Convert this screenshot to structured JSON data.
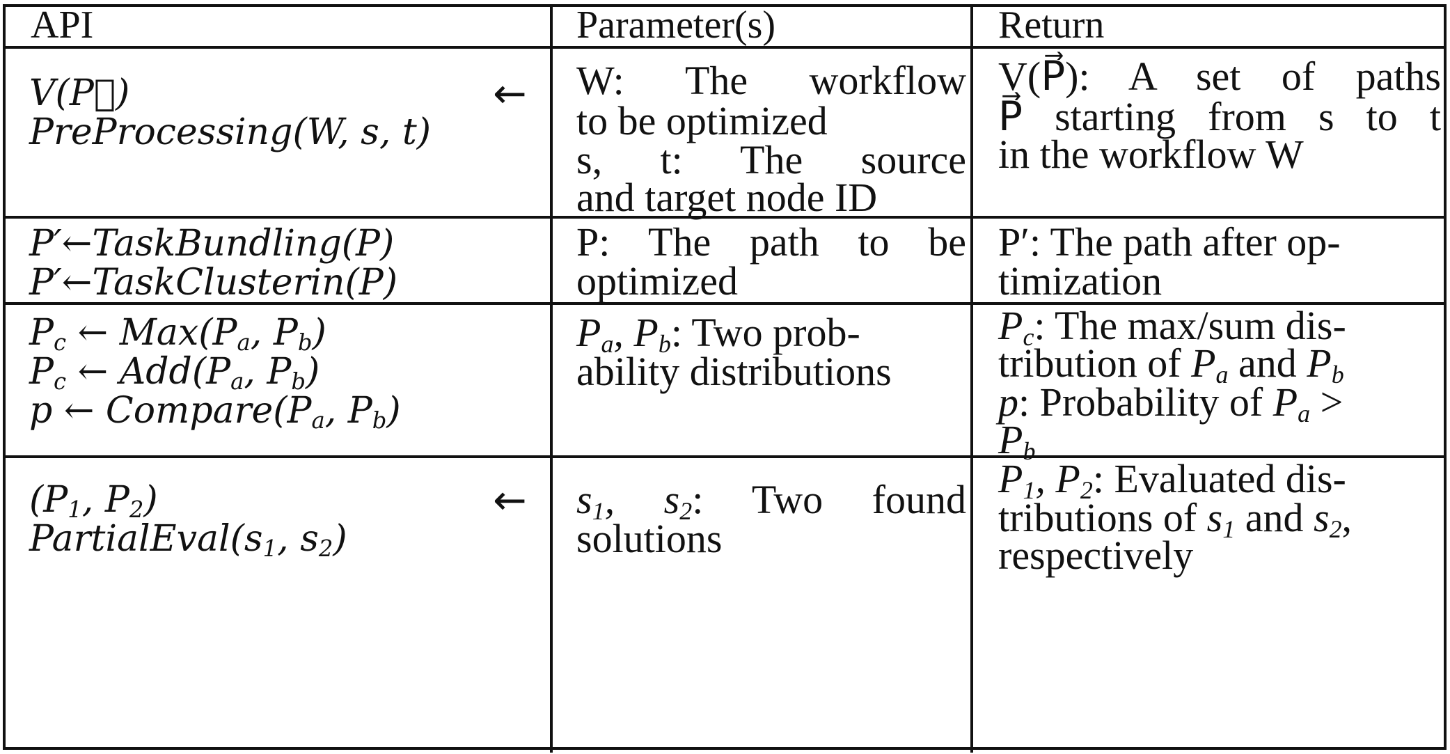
{
  "headers": {
    "api": "API",
    "params": "Parameter(s)",
    "return": "Return"
  },
  "rows": [
    {
      "api": [
        "V(P⃗)",
        "PreProcessing(W, s, t)"
      ],
      "arrow": "←",
      "params": [
        "W: The workflow",
        "to be optimized",
        "s, t: The source",
        "and target node ID"
      ],
      "return": [
        "V(P⃗): A set of paths",
        "P⃗ starting from s to t",
        "in the workflow W"
      ]
    },
    {
      "api": [
        "P′←TaskBundling(P)",
        "P′←TaskClusterin(P)"
      ],
      "params": [
        "P: The path to be",
        "optimized"
      ],
      "return": [
        "P′: The path after op-",
        "timization"
      ]
    },
    {
      "api": [
        "P_c ← Max(P_a, P_b)",
        "P_c ← Add(P_a, P_b)",
        "p ← Compare(P_a, P_b)"
      ],
      "params": [
        "P_a, P_b: Two prob-",
        "ability distributions"
      ],
      "return": [
        "P_c: The max/sum dis-",
        "tribution of P_a and P_b",
        "p: Probability of P_a >",
        "P_b"
      ]
    },
    {
      "api": [
        "(P_1, P_2)",
        "PartialEval(s_1, s_2)"
      ],
      "arrow": "←",
      "params": [
        "s_1, s_2: Two found",
        "solutions"
      ],
      "return": [
        "P_1, P_2: Evaluated dis-",
        "tributions of s_1 and s_2,",
        "respectively"
      ]
    }
  ]
}
